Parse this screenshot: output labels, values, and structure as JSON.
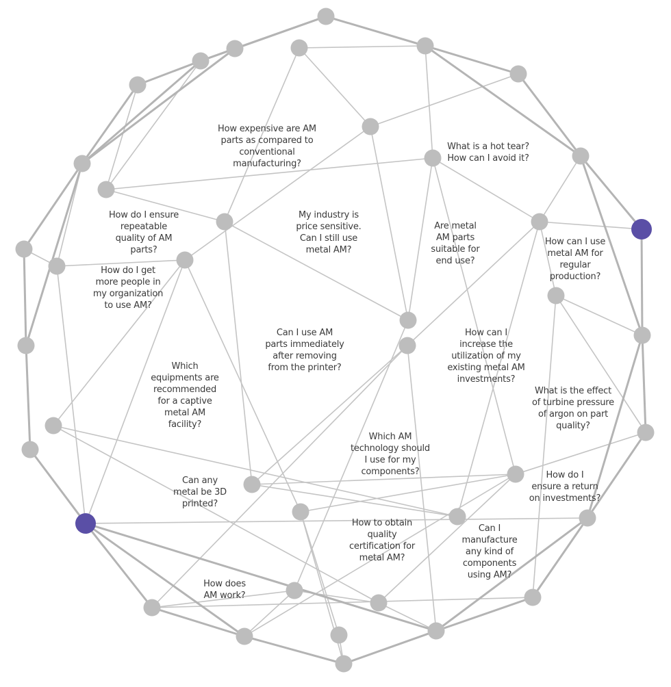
{
  "colors": {
    "node": "#bdbdbd",
    "accent_node": "#5a4fa6",
    "edge": "#c4c4c4",
    "text": "#3a3a3a"
  },
  "questions": [
    "How expensive are AM\nparts as compared to\nconventional\nmanufacturing?",
    "What is a hot tear?\nHow can I avoid it?",
    "How do I ensure\nrepeatable\nquality of AM\nparts?",
    "My industry is\nprice sensitive.\nCan I still use\nmetal AM?",
    "Are metal\nAM parts\nsuitable for\nend use?",
    "How can I use\nmetal AM for\nregular\nproduction?",
    "How do I get\nmore people in\nmy organization\nto use AM?",
    "Can I use AM\nparts immediately\nafter removing\nfrom the printer?",
    "How can I\nincrease the\nutilization of my\nexisting metal AM\ninvestments?",
    "Which\nequipments are\nrecommended\nfor a captive\nmetal AM\nfacility?",
    "What is the effect\nof turbine pressure\nof argon on part\nquality?",
    "Which AM\ntechnology should\nI use for my\ncomponents?",
    "How do I\nensure a return\non investments?",
    "Can any\nmetal be 3D\nprinted?",
    "How to obtain\nquality\ncertification for\nmetal AM?",
    "Can I\nmanufacture\nany kind of\ncomponents\nusing AM?",
    "How does\nAM work?"
  ]
}
